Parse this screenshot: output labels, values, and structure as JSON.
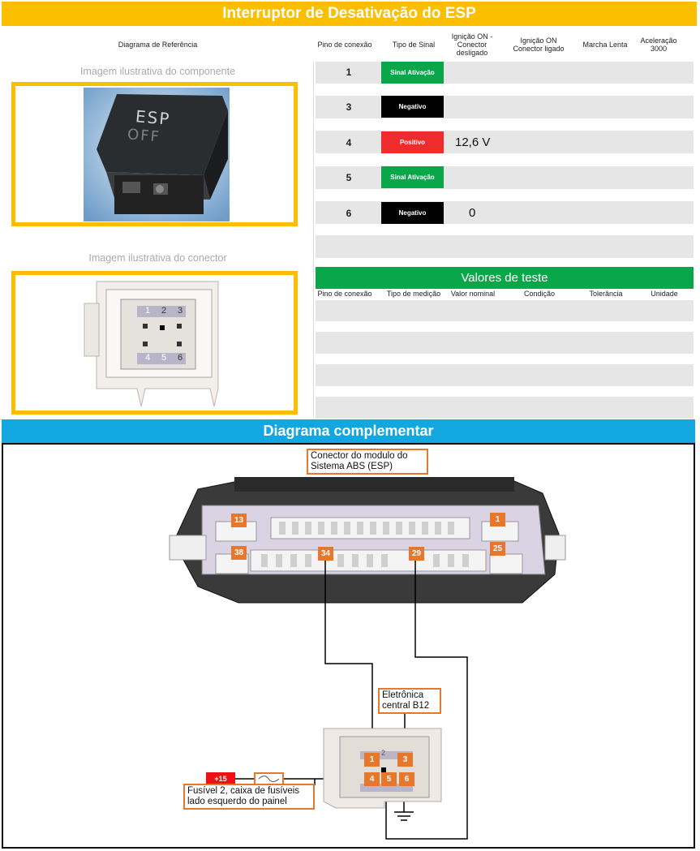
{
  "title": "Interruptor de Desativação do ESP",
  "headers": {
    "diagrama": "Diagrama de Referência",
    "pino": "Pino de conexão",
    "tipo": "Tipo de Sinal",
    "ign_off": "Ignição ON - Conector desligado",
    "ign_on": "Ignição ON Conector ligado",
    "marcha": "Marcha Lenta",
    "acel": "Aceleração 3000"
  },
  "captions": {
    "componente": "Imagem ilustrativa do componente",
    "conector": "Imagem ilustrativa do conector"
  },
  "component_labels": {
    "top": "ESP",
    "bottom": "OFF"
  },
  "connector_pins": {
    "top": [
      "1",
      "2",
      "3"
    ],
    "bottom": [
      "4",
      "5",
      "6"
    ]
  },
  "pins": [
    {
      "pin": "1",
      "signal": "Sinal Ativação",
      "color": "#0aa64a",
      "ign_off": "",
      "ign_on": ""
    },
    {
      "pin": "3",
      "signal": "Negativo",
      "color": "#000000",
      "ign_off": "",
      "ign_on": ""
    },
    {
      "pin": "4",
      "signal": "Positivo",
      "color": "#ef2b2b",
      "ign_off": "12,6 V",
      "ign_on": ""
    },
    {
      "pin": "5",
      "signal": "Sinal Ativação",
      "color": "#0aa64a",
      "ign_off": "",
      "ign_on": ""
    },
    {
      "pin": "6",
      "signal": "Negativo",
      "color": "#000000",
      "ign_off": "",
      "ign_on": "0"
    }
  ],
  "valores": {
    "title": "Valores de teste",
    "headers": {
      "pino": "Pino de conexão",
      "tipo": "Tipo de medição",
      "nominal": "Valor nominal",
      "condicao": "Condição",
      "tolerancia": "Tolerância",
      "unidade": "Unidade"
    }
  },
  "diagram": {
    "title": "Diagrama complementar",
    "callout_abs": "Conector do modulo do Sistema ABS (ESP)",
    "callout_b12": "Eletrônica central B12",
    "callout_fuse": "Fusível 2, caixa de fusíveis lado esquerdo do painel",
    "supply": "+15",
    "ecu_pins": [
      "13",
      "1",
      "38",
      "34",
      "29",
      "25"
    ],
    "switch_pins": [
      "1",
      "2",
      "3",
      "4",
      "5",
      "6"
    ]
  },
  "colors": {
    "title_bar": "#fbbf00",
    "green": "#0aa64a",
    "red": "#ef2b2b",
    "blue": "#12a7e0",
    "orange": "#e8772e"
  }
}
